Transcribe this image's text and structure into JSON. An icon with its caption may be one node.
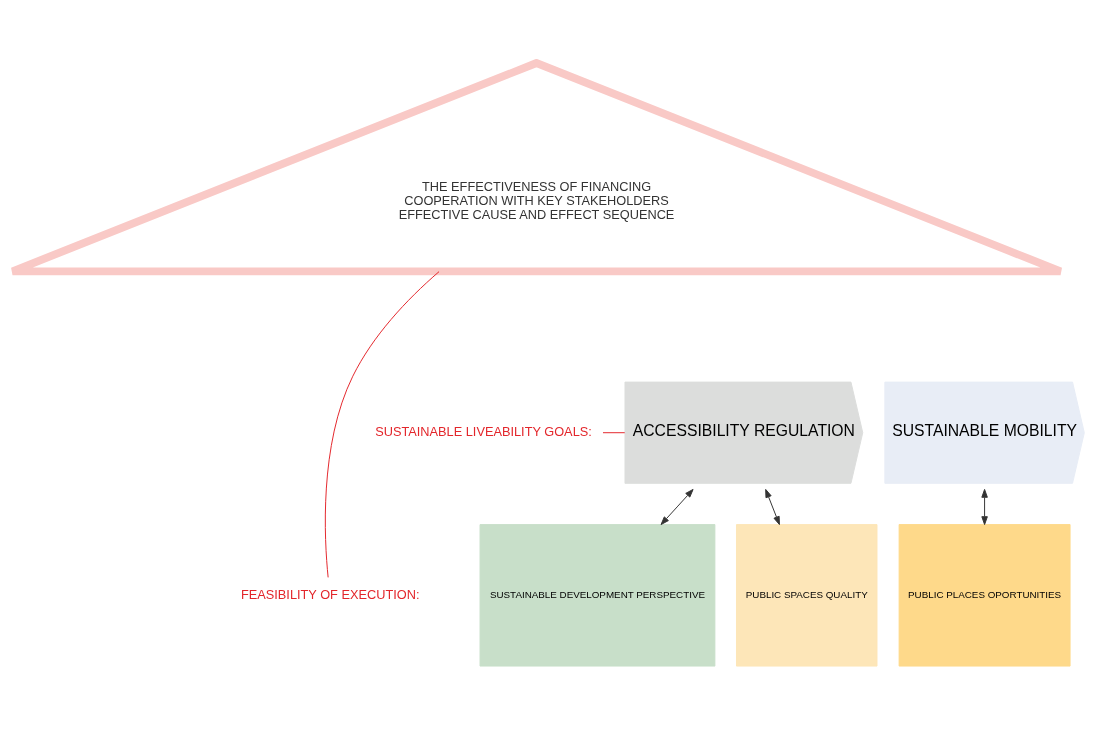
{
  "diagram": {
    "nodes": [
      {
        "text": [
          "THE EFFECTIVENESS OF FINANCING",
          "COOPERATION WITH KEY STAKEHOLDERS",
          "EFFECTIVE CAUSE AND EFFECT SEQUENCE"
        ]
      },
      {
        "text": [
          "SUSTAINABLE LIVEABILITY GOALS:"
        ]
      },
      {
        "text": [
          "FEASIBILITY OF EXECUTION:"
        ]
      },
      {
        "text": [
          "ACCESSIBILITY REGULATION"
        ]
      },
      {
        "text": [
          "SUSTAINABLE MOBILITY"
        ]
      },
      {
        "text": [
          "SUSTAINABLE DEVELOPMENT PERSPECTIVE"
        ]
      },
      {
        "text": [
          "PUBLIC SPACES QUALITY"
        ]
      },
      {
        "text": [
          "PUBLIC PLACES OPORTUNITIES"
        ]
      }
    ],
    "edges": [
      {
        "from": 1,
        "to": 3,
        "arrow": "none",
        "color": "#e3262b"
      },
      {
        "from": 2,
        "to": 0,
        "arrow": "none",
        "color": "#e3262b"
      },
      {
        "from": 3,
        "to": 5,
        "arrow": "both"
      },
      {
        "from": 3,
        "to": 6,
        "arrow": "both"
      },
      {
        "from": 4,
        "to": 7,
        "arrow": "both"
      }
    ]
  }
}
